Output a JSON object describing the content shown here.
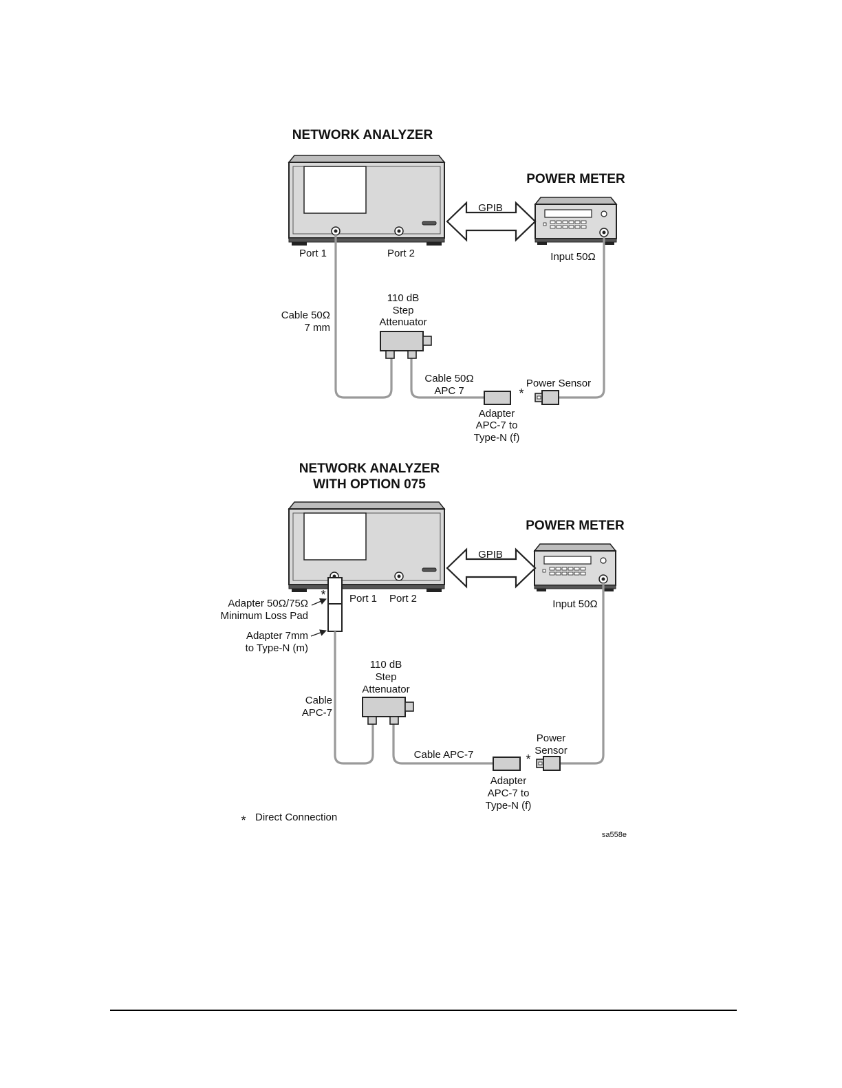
{
  "top": {
    "analyzer_title": "NETWORK ANALYZER",
    "power_meter_title": "POWER METER",
    "gpib": "GPIB",
    "port1": "Port 1",
    "port2": "Port 2",
    "input": "Input 50Ω",
    "cable1": [
      "Cable 50Ω",
      "7 mm"
    ],
    "attenuator": [
      "110 dB",
      "Step",
      "Attenuator"
    ],
    "cable2": [
      "Cable 50Ω",
      "APC 7"
    ],
    "power_sensor": "Power Sensor",
    "adapter": [
      "Adapter",
      "APC-7 to",
      "Type-N (f)"
    ],
    "star": "*"
  },
  "bottom": {
    "analyzer_title": [
      "NETWORK ANALYZER",
      "WITH OPTION 075"
    ],
    "power_meter_title": "POWER METER",
    "gpib": "GPIB",
    "port1": "Port 1",
    "port2": "Port 2",
    "input": "Input 50Ω",
    "pad": [
      "Adapter 50Ω/75Ω",
      "Minimum Loss Pad"
    ],
    "adapter_7mm": [
      "Adapter 7mm",
      "to Type-N (m)"
    ],
    "cable1": [
      "Cable",
      "APC-7"
    ],
    "attenuator": [
      "110 dB",
      "Step",
      "Attenuator"
    ],
    "cable2": "Cable APC-7",
    "power_sensor": [
      "Power",
      "Sensor"
    ],
    "adapter": [
      "Adapter",
      "APC-7 to",
      "Type-N (f)"
    ],
    "star": "*"
  },
  "legend": {
    "star": "*",
    "text": "Direct Connection"
  },
  "figure_id": "sa558e"
}
